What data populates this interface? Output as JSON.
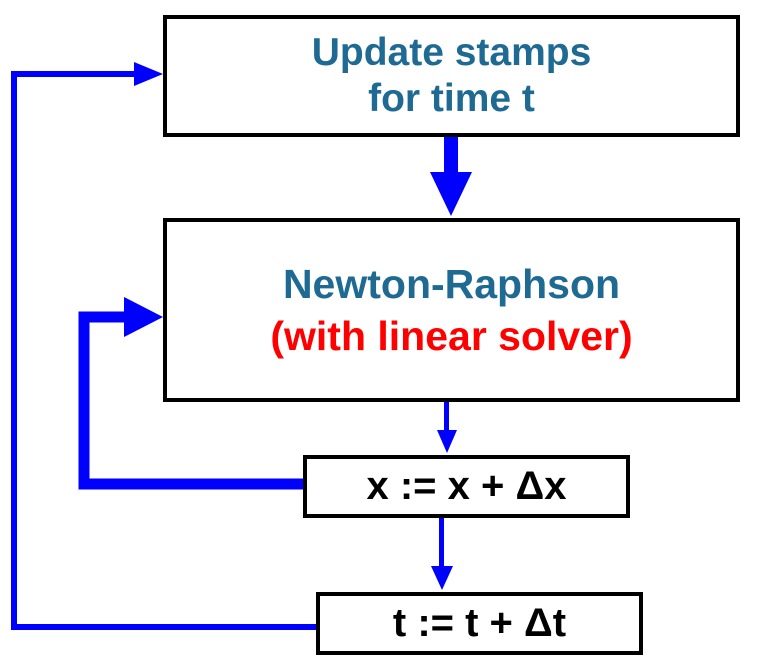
{
  "diagram": {
    "update_box": {
      "line1": "Update stamps",
      "line2": "for time t"
    },
    "newton_box": {
      "title": "Newton-Raphson",
      "subtitle": "(with linear solver)"
    },
    "x_update_box": {
      "label": "x := x + Δx"
    },
    "t_update_box": {
      "label": "t := t + Δt"
    }
  },
  "colors": {
    "arrow": "#0000ff",
    "box_border": "#000000",
    "title_text": "#1f6a93",
    "subtitle_text": "#ff0000",
    "formula_text": "#000000"
  },
  "icons": [
    "arrow-down-icon",
    "arrow-right-icon"
  ]
}
